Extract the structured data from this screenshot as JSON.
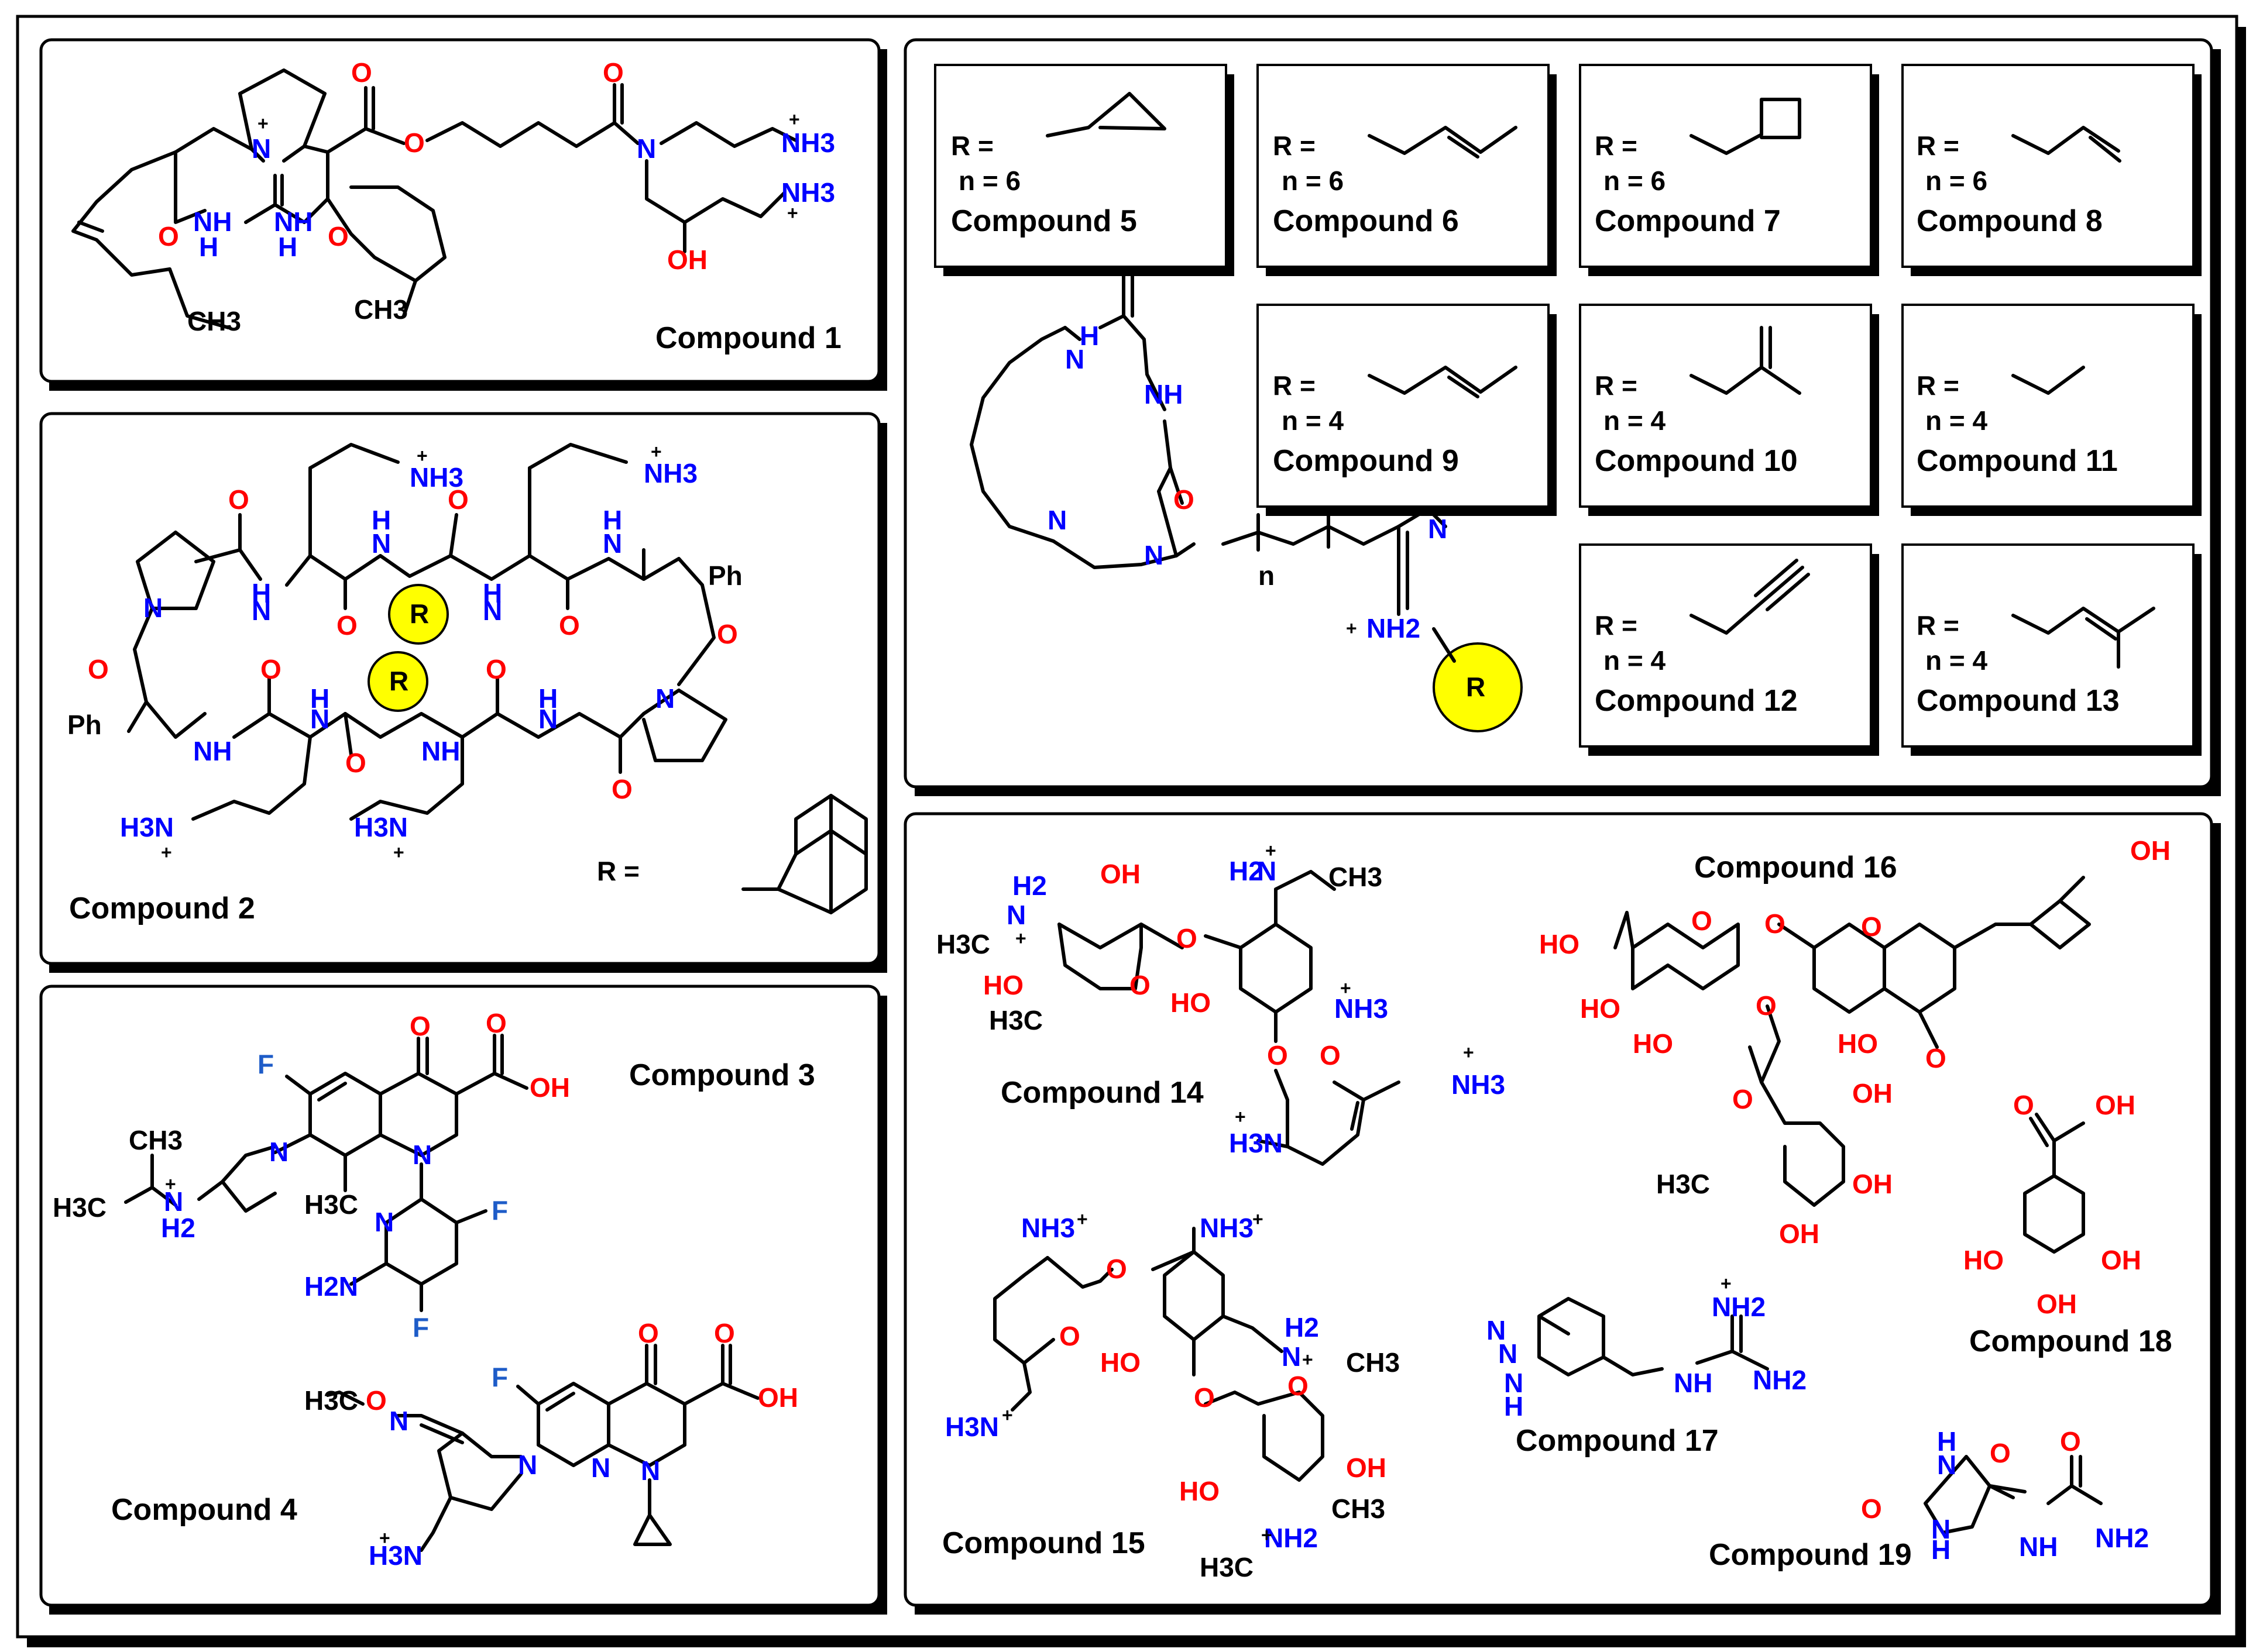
{
  "compounds": {
    "c1": "Compound 1",
    "c2": "Compound 2",
    "c3": "Compound 3",
    "c4": "Compound 4",
    "c5": "Compound 5",
    "c6": "Compound 6",
    "c7": "Compound 7",
    "c8": "Compound 8",
    "c9": "Compound 9",
    "c10": "Compound 10",
    "c11": "Compound 11",
    "c12": "Compound 12",
    "c13": "Compound 13",
    "c14": "Compound 14",
    "c15": "Compound 15",
    "c16": "Compound 16",
    "c17": "Compound 17",
    "c18": "Compound 18",
    "c19": "Compound 19"
  },
  "r_label": "R =",
  "n6": "n = 6",
  "n4": "n = 4",
  "n_sym": "n",
  "r_sym": "R",
  "atoms": {
    "O": "O",
    "N": "N",
    "H": "H",
    "NH": "NH",
    "F": "F",
    "OH": "OH",
    "HO": "HO",
    "NH3": "NH3",
    "H3N": "H3N",
    "NH2": "NH2",
    "H2N": "H2N",
    "CH3": "CH3",
    "H3C": "H3C",
    "H2": "H2",
    "Ph": "Ph",
    "plus": "+"
  },
  "colors": {
    "nitrogen": "#0000ff",
    "oxygen": "#ff0000",
    "fluorine": "#1e5cc8",
    "highlight": "#ffff00"
  }
}
